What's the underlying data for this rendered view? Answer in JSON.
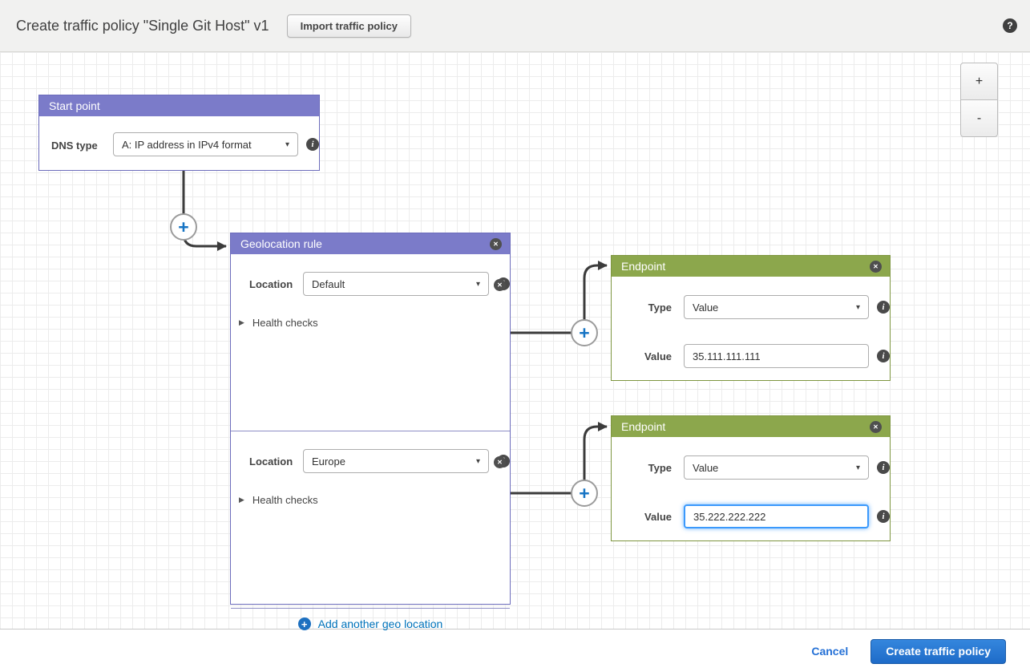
{
  "header": {
    "title": "Create traffic policy \"Single Git Host\" v1",
    "import_button": "Import traffic policy"
  },
  "icons": {
    "help": "?",
    "plus": "+",
    "minus": "-",
    "close": "✕",
    "info": "i",
    "caret": "▾",
    "chevron_right": "▶"
  },
  "canvas": {
    "zoom_in": "+",
    "zoom_out": "-",
    "start_point": {
      "title": "Start point",
      "dns_type_label": "DNS type",
      "dns_type_value": "A: IP address in IPv4 format"
    },
    "geolocation_rule": {
      "title": "Geolocation rule",
      "locations": [
        {
          "label": "Location",
          "value": "Default",
          "health_checks": "Health checks"
        },
        {
          "label": "Location",
          "value": "Europe",
          "health_checks": "Health checks"
        }
      ],
      "add_link": "Add another geo location"
    },
    "endpoints": [
      {
        "title": "Endpoint",
        "type_label": "Type",
        "type_value": "Value",
        "value_label": "Value",
        "value": "35.111.111.111",
        "focused": false
      },
      {
        "title": "Endpoint",
        "type_label": "Type",
        "type_value": "Value",
        "value_label": "Value",
        "value": "35.222.222.222",
        "focused": true
      }
    ]
  },
  "footer": {
    "cancel": "Cancel",
    "create": "Create traffic policy"
  },
  "colors": {
    "rule_header_purple": "#7b7bc9",
    "endpoint_header_green": "#8ca74c",
    "connector_line": "#3b3b3b",
    "connector_plus_blue": "#1774c4",
    "link_blue": "#0073bb",
    "primary_button_blue": "#2178d4",
    "focus_blue": "#3b99fc"
  }
}
